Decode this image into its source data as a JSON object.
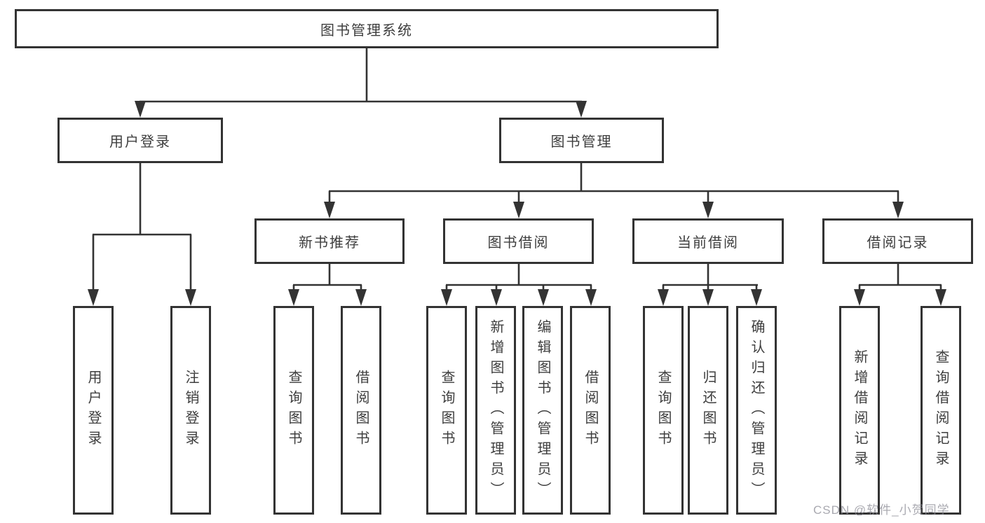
{
  "diagram": {
    "root": {
      "label": "图书管理系统"
    },
    "level2": [
      {
        "label": "用户登录"
      },
      {
        "label": "图书管理"
      }
    ],
    "level3": [
      {
        "label": "新书推荐",
        "parent": "图书管理"
      },
      {
        "label": "图书借阅",
        "parent": "图书管理"
      },
      {
        "label": "当前借阅",
        "parent": "图书管理"
      },
      {
        "label": "借阅记录",
        "parent": "图书管理"
      }
    ],
    "leaves": [
      {
        "label": "用户登录",
        "parent": "用户登录"
      },
      {
        "label": "注销登录",
        "parent": "用户登录"
      },
      {
        "label": "查询图书",
        "parent": "新书推荐"
      },
      {
        "label": "借阅图书",
        "parent": "新书推荐"
      },
      {
        "label": "查询图书",
        "parent": "图书借阅"
      },
      {
        "label": "新增图书（管理员）",
        "parent": "图书借阅"
      },
      {
        "label": "编辑图书（管理员）",
        "parent": "图书借阅"
      },
      {
        "label": "借阅图书",
        "parent": "图书借阅"
      },
      {
        "label": "查询图书",
        "parent": "当前借阅"
      },
      {
        "label": "归还图书",
        "parent": "当前借阅"
      },
      {
        "label": "确认归还（管理员）",
        "parent": "当前借阅"
      },
      {
        "label": "新增借阅记录",
        "parent": "借阅记录"
      },
      {
        "label": "查询借阅记录",
        "parent": "借阅记录"
      }
    ],
    "watermark": "CSDN @软件_小贺同学",
    "colors": {
      "line": "#333333",
      "text": "#3e3e3e",
      "background": "#ffffff",
      "watermark": "#8c8c96"
    }
  }
}
